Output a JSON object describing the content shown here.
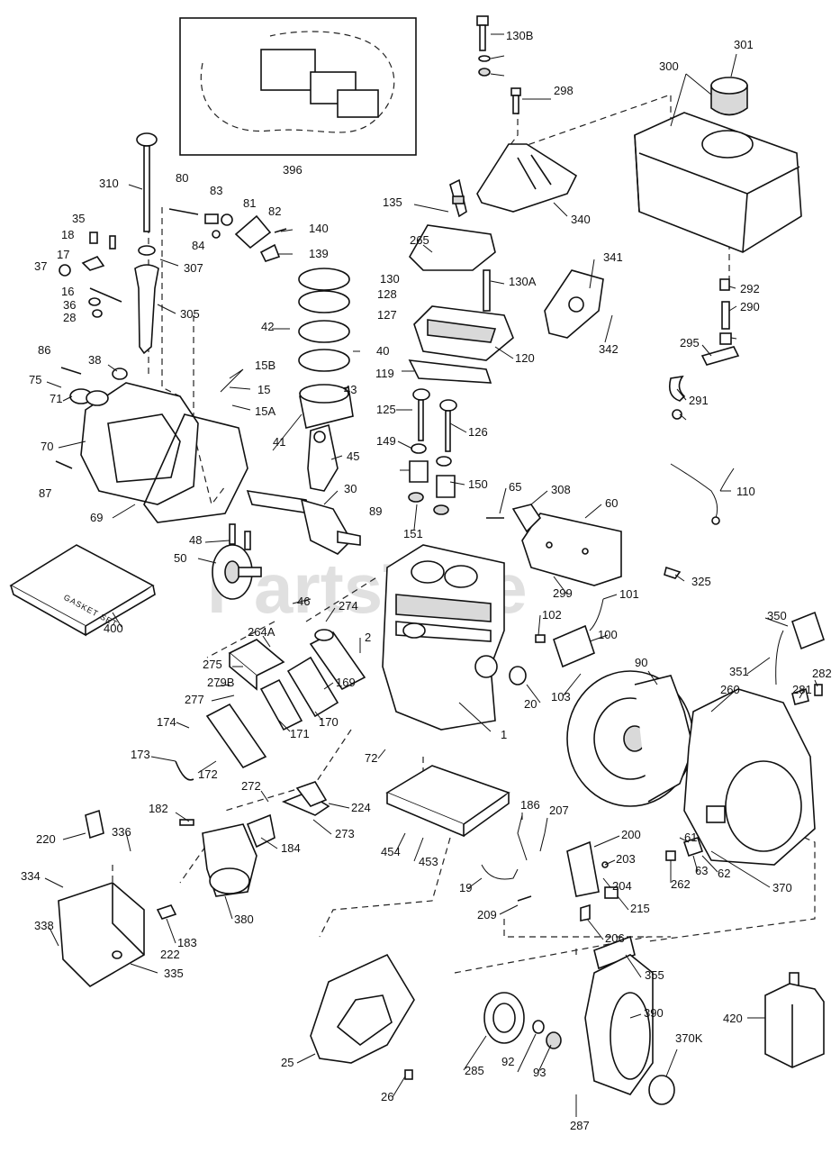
{
  "watermark": "PartsTree",
  "gasket_set_text": "GASKET SET",
  "callouts": [
    "1",
    "2",
    "19",
    "20",
    "25",
    "26",
    "28",
    "30",
    "35",
    "36",
    "37",
    "38",
    "40",
    "41",
    "42",
    "43",
    "45",
    "46",
    "48",
    "50",
    "60",
    "61",
    "62",
    "63",
    "65",
    "69",
    "70",
    "71",
    "72",
    "75",
    "80",
    "81",
    "82",
    "83",
    "84",
    "86",
    "87",
    "89",
    "90",
    "92",
    "93",
    "100",
    "101",
    "102",
    "103",
    "110",
    "119",
    "120",
    "125",
    "126",
    "127",
    "128",
    "130",
    "130A",
    "130B",
    "135",
    "139",
    "140",
    "149",
    "150",
    "151",
    "15",
    "15A",
    "15B",
    "16",
    "17",
    "18",
    "169",
    "170",
    "171",
    "172",
    "173",
    "174",
    "182",
    "183",
    "184",
    "186",
    "200",
    "203",
    "204",
    "206",
    "207",
    "209",
    "215",
    "220",
    "222",
    "224",
    "260",
    "262",
    "264A",
    "265",
    "272",
    "273",
    "274",
    "275",
    "277",
    "279B",
    "281",
    "282",
    "285",
    "287",
    "290",
    "291",
    "292",
    "295",
    "298",
    "299",
    "300",
    "301",
    "305",
    "307",
    "308",
    "310",
    "325",
    "334",
    "335",
    "336",
    "338",
    "340",
    "341",
    "342",
    "350",
    "351",
    "355",
    "370",
    "370K",
    "380",
    "390",
    "396",
    "400",
    "420",
    "453",
    "454"
  ]
}
